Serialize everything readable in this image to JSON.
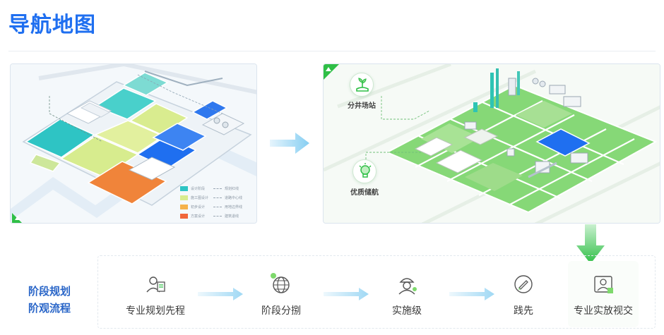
{
  "page": {
    "title": "导航地图"
  },
  "left_map": {
    "legend": [
      {
        "label": "设计阶段",
        "color": "#2ec4c4"
      },
      {
        "label": "施工图设计",
        "color": "#d7ec8e"
      },
      {
        "label": "初步设计",
        "color": "#f5b24a"
      },
      {
        "label": "方案设计",
        "color": "#f0673a"
      }
    ],
    "legend_lines": [
      "规划红线",
      "道路中心线",
      "用地边界线",
      "建筑退线"
    ]
  },
  "right_map": {
    "callouts": [
      {
        "label": "分井场站",
        "icon": "hand-plant-icon"
      },
      {
        "label": "优质储航",
        "icon": "lightbulb-icon"
      }
    ],
    "highlight_color": "#1f6ff0",
    "green_color": "#6ccf5e"
  },
  "flow": {
    "title_lines": [
      "阶段规划",
      "阶观流程"
    ],
    "steps": [
      {
        "label": "专业规划先程",
        "icon": "person-doc-icon"
      },
      {
        "label": "阶段分捌",
        "icon": "globe-icon"
      },
      {
        "label": "实施级",
        "icon": "worker-icon"
      },
      {
        "label": "践先",
        "icon": "pen-circle-icon"
      },
      {
        "label": "专业实放视交",
        "icon": "photo-frame-icon"
      }
    ]
  },
  "colors": {
    "title": "#1f6ff0",
    "accent_green": "#2fbf46",
    "flow_title": "#2a66c8",
    "arrow": "#9fd8f4"
  }
}
